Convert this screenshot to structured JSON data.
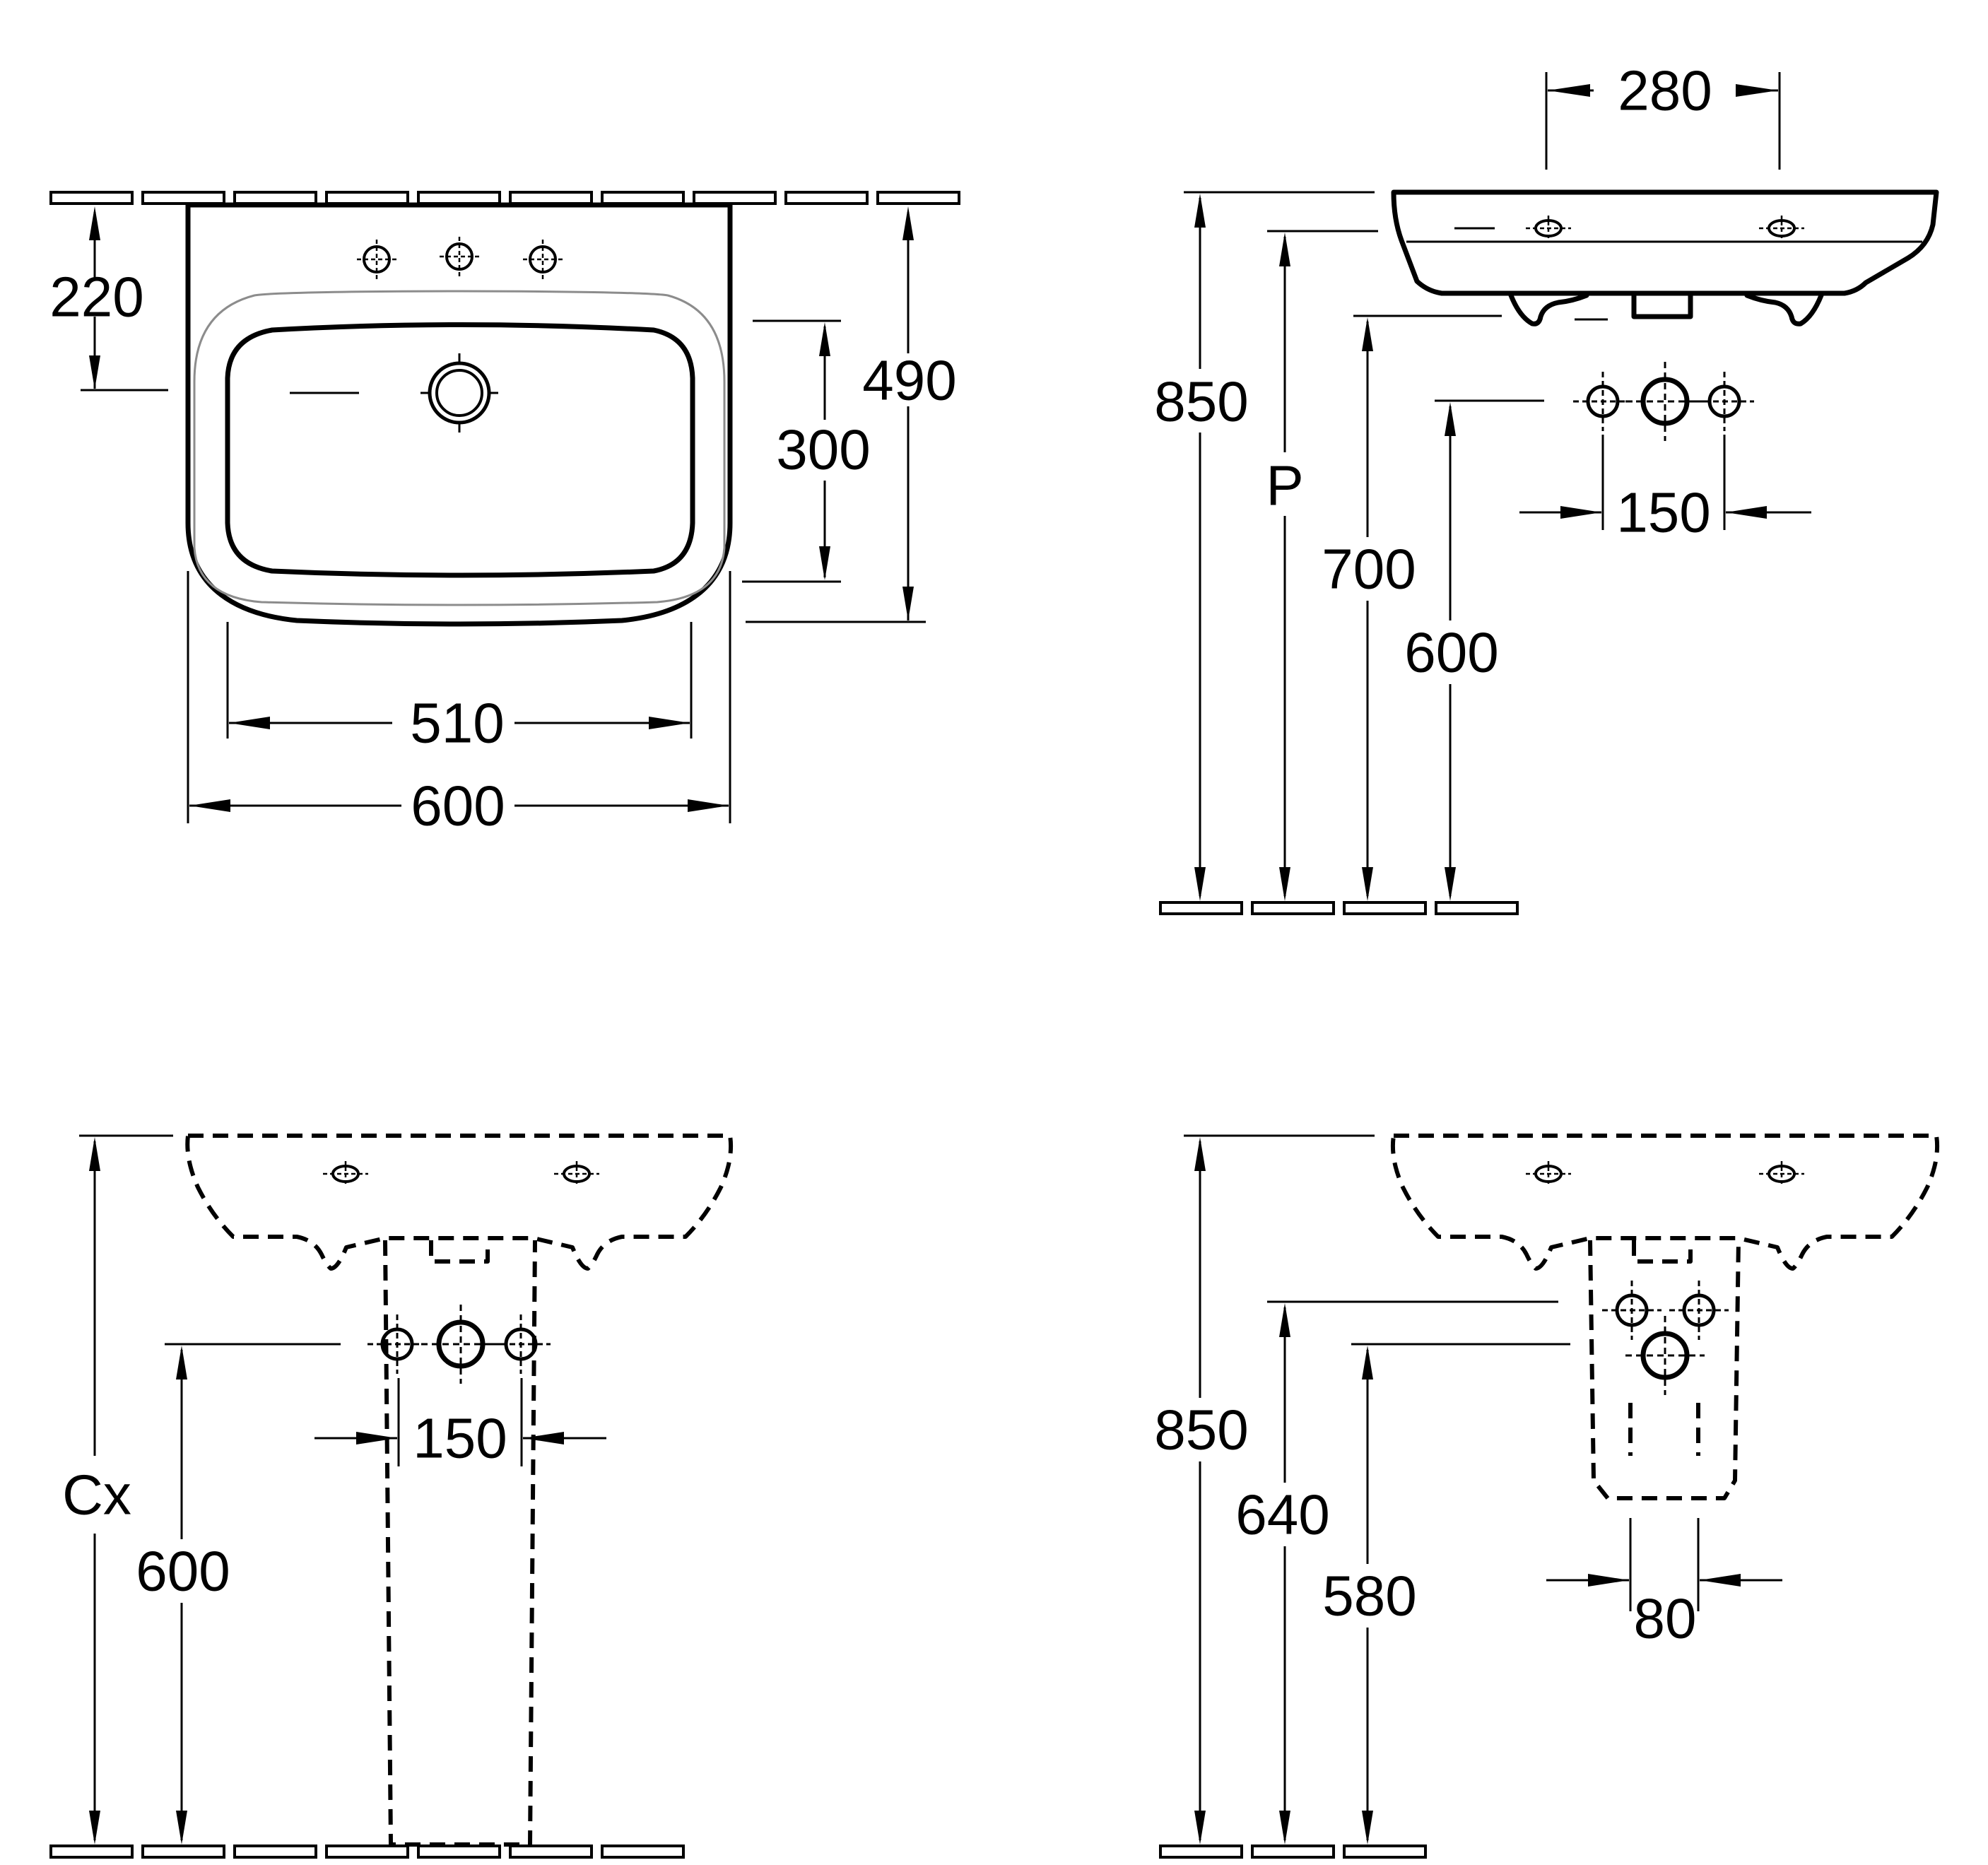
{
  "colors": {
    "line": "#000000",
    "background": "#ffffff",
    "contour": "#8c8c8c"
  },
  "views": {
    "top_view": {
      "dim_depth_to_drain": "220",
      "dim_total_depth": "490",
      "dim_bowl_depth": "300",
      "dim_bowl_width": "510",
      "dim_total_width": "600"
    },
    "side_view": {
      "dim_tap_hole_spacing": "280",
      "dim_rim_height": "850",
      "dim_p_label": "P",
      "dim_bottom_height": "700",
      "dim_supply_height": "600",
      "dim_supply_spacing": "150"
    },
    "pedestal_view": {
      "dim_cx_label": "Cx",
      "dim_supply_height": "600",
      "dim_supply_spacing": "150"
    },
    "semi_pedestal_view": {
      "dim_rim_height": "850",
      "dim_waste_height": "640",
      "dim_supply_height": "580",
      "dim_supply_spacing": "80"
    }
  }
}
